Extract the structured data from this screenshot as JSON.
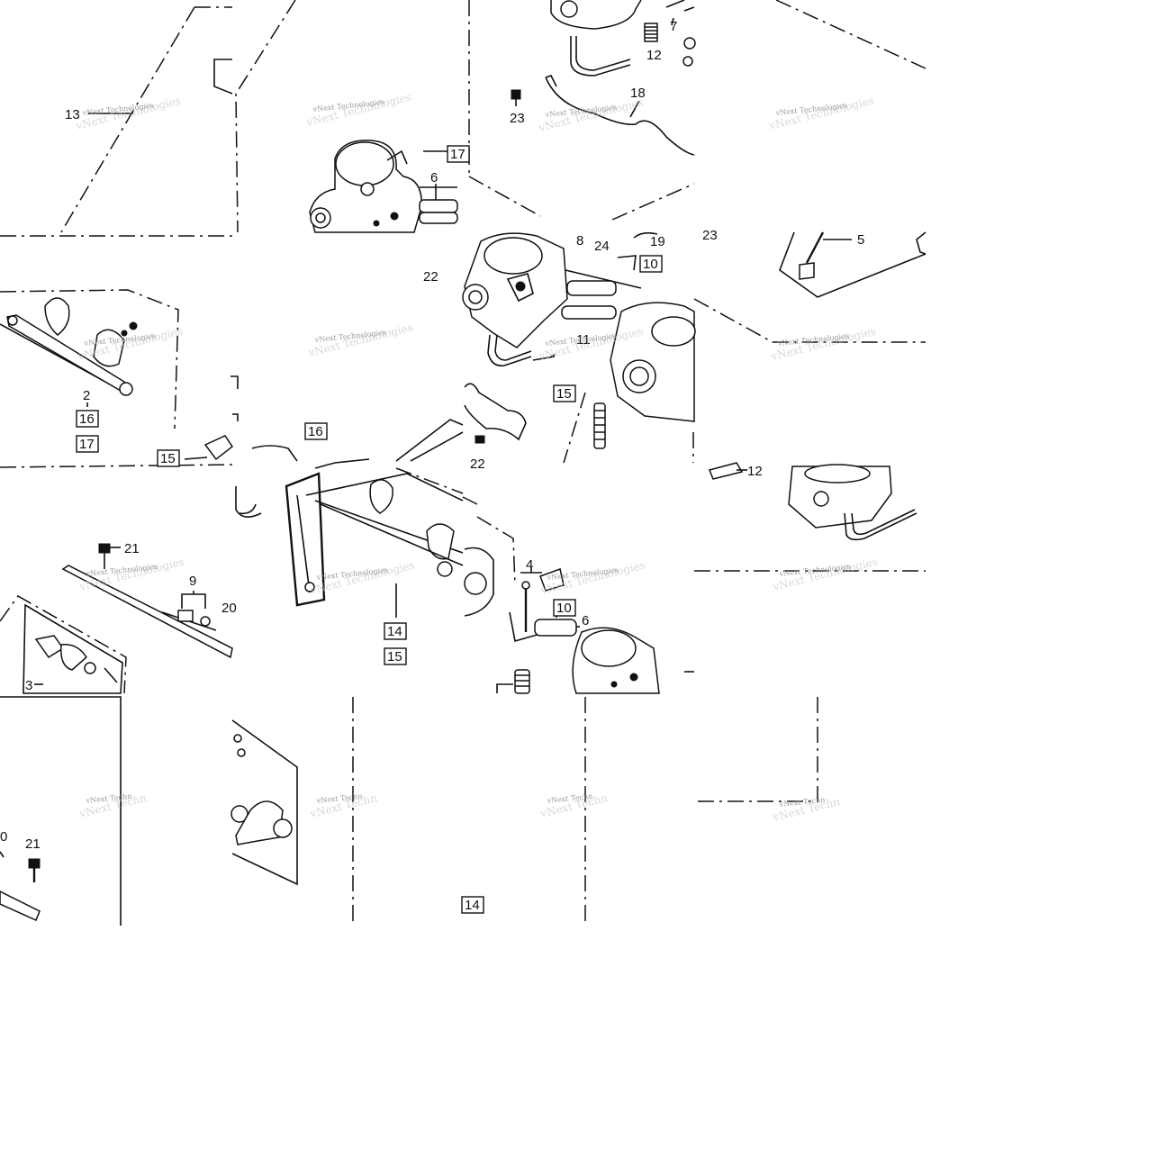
{
  "watermark": {
    "line1": "vNext Technologies",
    "line2": "vNext Techn"
  },
  "labels": [
    {
      "id": "13",
      "text": "13",
      "boxed": false
    },
    {
      "id": "12a",
      "text": "12",
      "boxed": false
    },
    {
      "id": "7",
      "text": "7",
      "boxed": false
    },
    {
      "id": "18",
      "text": "18",
      "boxed": false
    },
    {
      "id": "23a",
      "text": "23",
      "boxed": false
    },
    {
      "id": "23b",
      "text": "23",
      "boxed": false
    },
    {
      "id": "6a",
      "text": "6",
      "boxed": false
    },
    {
      "id": "17a",
      "text": "17",
      "boxed": true
    },
    {
      "id": "22a",
      "text": "22",
      "boxed": false
    },
    {
      "id": "8",
      "text": "8",
      "boxed": false
    },
    {
      "id": "24",
      "text": "24",
      "boxed": false
    },
    {
      "id": "19",
      "text": "19",
      "boxed": false
    },
    {
      "id": "10a",
      "text": "10",
      "boxed": true
    },
    {
      "id": "11",
      "text": "11",
      "boxed": false
    },
    {
      "id": "15a",
      "text": "15",
      "boxed": true
    },
    {
      "id": "5",
      "text": "5",
      "boxed": false
    },
    {
      "id": "2",
      "text": "2",
      "boxed": false
    },
    {
      "id": "16a",
      "text": "16",
      "boxed": true
    },
    {
      "id": "17b",
      "text": "17",
      "boxed": true
    },
    {
      "id": "15b",
      "text": "15",
      "boxed": true
    },
    {
      "id": "16b",
      "text": "16",
      "boxed": true
    },
    {
      "id": "12b",
      "text": "12",
      "boxed": false
    },
    {
      "id": "21a",
      "text": "21",
      "boxed": false
    },
    {
      "id": "9",
      "text": "9",
      "boxed": false
    },
    {
      "id": "20",
      "text": "20",
      "boxed": false
    },
    {
      "id": "3",
      "text": "3",
      "boxed": false
    },
    {
      "id": "14a",
      "text": "14",
      "boxed": true
    },
    {
      "id": "15c",
      "text": "15",
      "boxed": true
    },
    {
      "id": "4",
      "text": "4",
      "boxed": false
    },
    {
      "id": "10b",
      "text": "10",
      "boxed": true
    },
    {
      "id": "6b",
      "text": "6",
      "boxed": false
    },
    {
      "id": "21b",
      "text": "21",
      "boxed": false
    },
    {
      "id": "0",
      "text": "0",
      "boxed": false
    },
    {
      "id": "14b",
      "text": "14",
      "boxed": true
    },
    {
      "id": "22b",
      "text": "22",
      "boxed": false
    }
  ]
}
